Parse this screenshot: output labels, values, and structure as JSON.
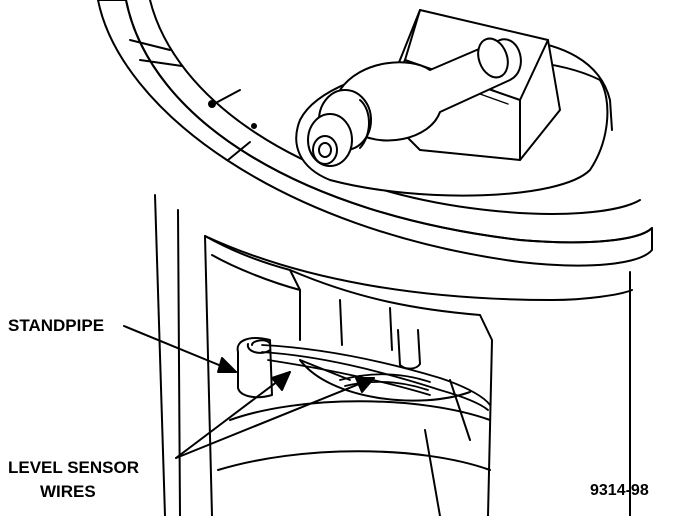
{
  "labels": {
    "standpipe": "STANDPIPE",
    "level_sensor_line1": "LEVEL SENSOR",
    "level_sensor_line2": "WIRES",
    "figure_number": "9314-98"
  },
  "colors": {
    "ink": "#000000",
    "paper": "#ffffff"
  }
}
